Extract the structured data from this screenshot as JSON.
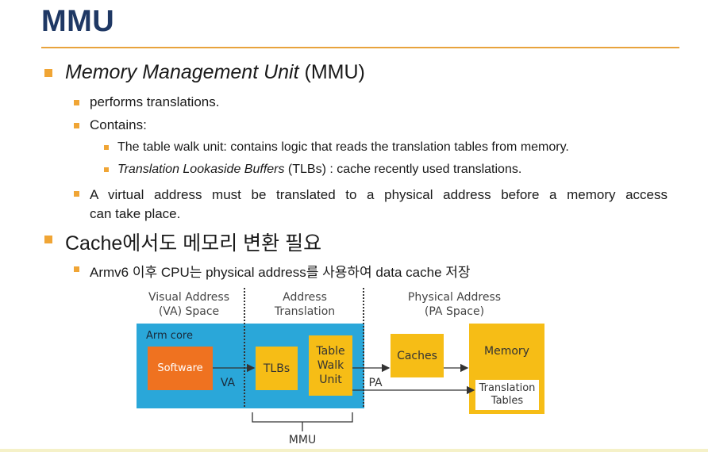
{
  "slide": {
    "title": "MMU",
    "bullets": {
      "b1_italic": "Memory Management Unit",
      "b1_rest": " (MMU)",
      "b1_1": "performs translations.",
      "b1_2": "Contains:",
      "b1_2_1": "The table walk unit: contains logic that reads the translation tables from memory.",
      "b1_2_2_italic": "Translation Lookaside Buffers",
      "b1_2_2_rest": " (TLBs) : cache recently used translations.",
      "b1_3_line1": "A virtual address must be translated to a physical address before a memory access",
      "b1_3_line2": "can take place.",
      "b2": "Cache에서도 메모리 변환 필요",
      "b2_1": "Armv6 이후 CPU는 physical address를 사용하여 data cache 저장"
    }
  },
  "diagram": {
    "headers": {
      "va_line1": "Visual Address",
      "va_line2": "(VA) Space",
      "at_line1": "Address",
      "at_line2": "Translation",
      "pa_line1": "Physical Address",
      "pa_line2": "(PA Space)"
    },
    "arm_core": "Arm core",
    "software": "Software",
    "va": "VA",
    "tlbs": "TLBs",
    "table_walk_line1": "Table",
    "table_walk_line2": "Walk",
    "table_walk_line3": "Unit",
    "pa": "PA",
    "caches": "Caches",
    "memory": "Memory",
    "translation_tables_line1": "Translation",
    "translation_tables_line2": "Tables",
    "mmu": "MMU",
    "colors": {
      "arm_core": "#2aa7d9",
      "software": "#ef7220",
      "component": "#f6bd16",
      "title": "#1f3864",
      "bullet": "#f0a535",
      "rule": "#e8a33d"
    }
  }
}
